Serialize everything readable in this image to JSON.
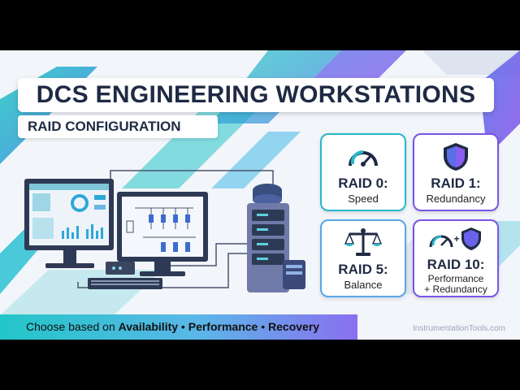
{
  "title": "DCS ENGINEERING WORKSTATIONS",
  "subtitle": "RAID CONFIGURATION",
  "cards": [
    {
      "title": "RAID 0:",
      "desc": "Speed",
      "icon": "speedometer-icon"
    },
    {
      "title": "RAID 1:",
      "desc": "Redundancy",
      "icon": "shield-icon"
    },
    {
      "title": "RAID 5:",
      "desc": "Balance",
      "icon": "balance-scale-icon"
    },
    {
      "title": "RAID 10:",
      "desc_line1": "Performance",
      "desc_line2": "+ Redundancy",
      "icon": "speedometer-plus-shield-icon",
      "plus": "+"
    }
  ],
  "footer": {
    "prefix": "Choose based on ",
    "items": [
      "Availability",
      "Performance",
      "Recovery"
    ],
    "separator": " • "
  },
  "watermark": "InstrumentationTools.com",
  "colors": {
    "accent_teal": "#27b8c9",
    "accent_purple": "#7a55e6",
    "dark_navy": "#1f2a44"
  }
}
